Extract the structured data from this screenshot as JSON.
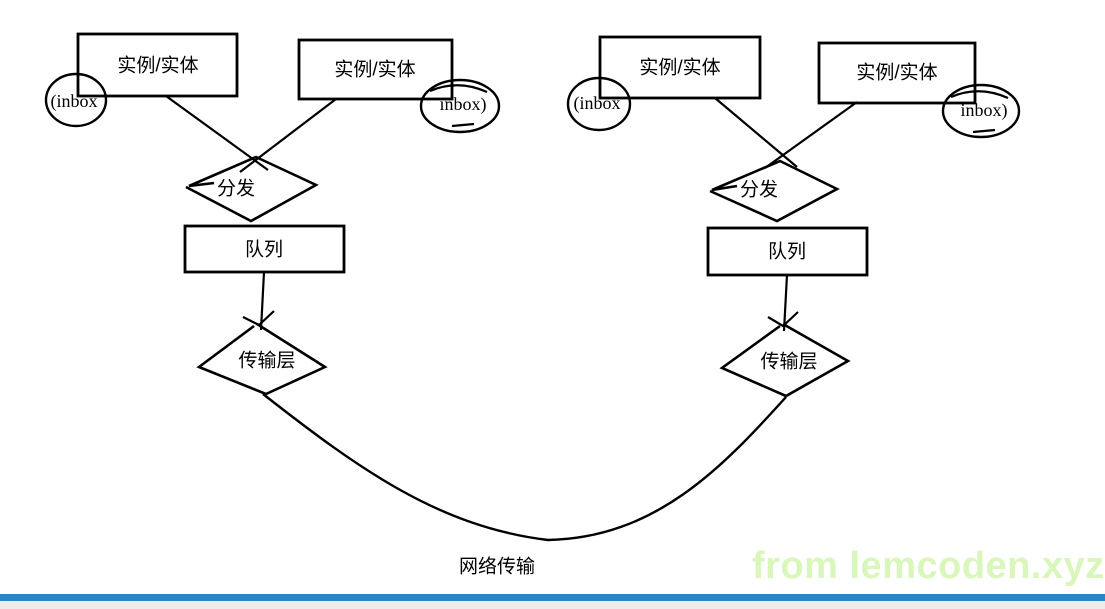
{
  "diagram": {
    "network_label": "网络传输",
    "stroke_color": "#000000",
    "left": {
      "entity1_label": "实例/实体",
      "entity2_label": "实例/实体",
      "inbox_left_label": "(inbox",
      "inbox_right_label": "inbox)",
      "inbox_right_dash": "_",
      "dispatch_label": "分发",
      "queue_label": "队列",
      "transport_label": "传输层"
    },
    "right": {
      "entity1_label": "实例/实体",
      "entity2_label": "实例/实体",
      "inbox_left_label": "(inbox",
      "inbox_right_label": "inbox)",
      "inbox_right_dash": "_",
      "dispatch_label": "分发",
      "queue_label": "队列",
      "transport_label": "传输层"
    }
  },
  "watermark": {
    "text": "from lemcoden.xyz",
    "color": "#d9f7bb"
  },
  "window": {
    "bottom_bar_color": "#2e86c1",
    "bottom_strip_color": "#ededee"
  }
}
